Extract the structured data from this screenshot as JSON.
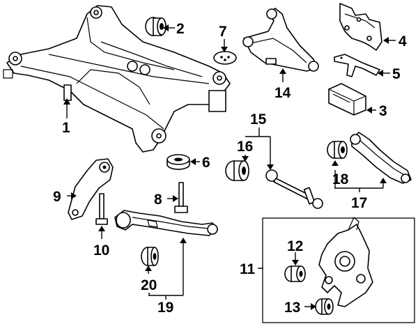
{
  "callouts": [
    {
      "id": "1",
      "text": "1"
    },
    {
      "id": "2",
      "text": "2"
    },
    {
      "id": "3",
      "text": "3"
    },
    {
      "id": "4",
      "text": "4"
    },
    {
      "id": "5",
      "text": "5"
    },
    {
      "id": "6",
      "text": "6"
    },
    {
      "id": "7",
      "text": "7"
    },
    {
      "id": "8",
      "text": "8"
    },
    {
      "id": "9",
      "text": "9"
    },
    {
      "id": "10",
      "text": "10"
    },
    {
      "id": "11",
      "text": "11"
    },
    {
      "id": "12",
      "text": "12"
    },
    {
      "id": "13",
      "text": "13"
    },
    {
      "id": "14",
      "text": "14"
    },
    {
      "id": "15",
      "text": "15"
    },
    {
      "id": "16",
      "text": "16"
    },
    {
      "id": "17",
      "text": "17"
    },
    {
      "id": "18",
      "text": "18"
    },
    {
      "id": "19",
      "text": "19"
    },
    {
      "id": "20",
      "text": "20"
    }
  ]
}
